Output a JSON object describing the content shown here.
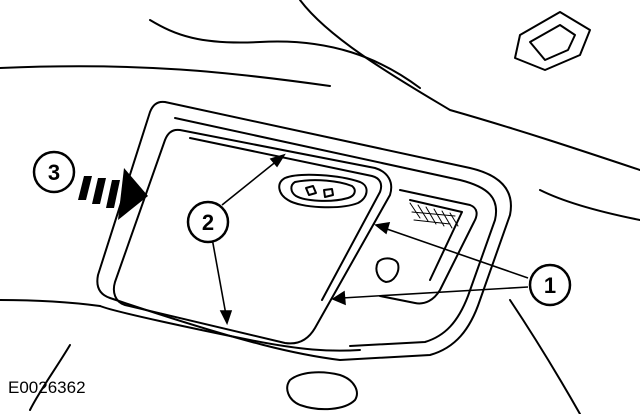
{
  "figure": {
    "id": "E0026362"
  },
  "callouts": [
    {
      "number": "1"
    },
    {
      "number": "2"
    },
    {
      "number": "3"
    }
  ],
  "colors": {
    "line": "#000000",
    "background": "#ffffff"
  }
}
